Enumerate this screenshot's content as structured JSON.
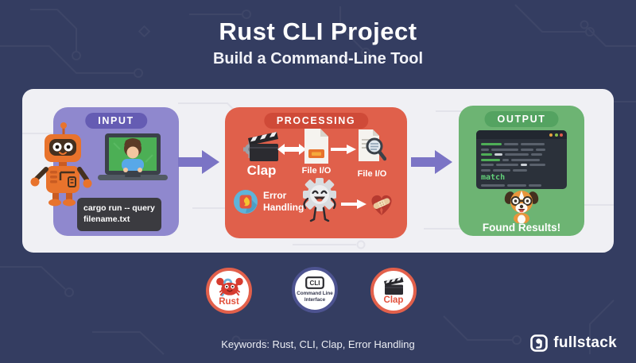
{
  "header": {
    "title": "Rust CLI Project",
    "subtitle": "Build a Command-Line Tool"
  },
  "flow": {
    "input": {
      "label": "INPUT",
      "code": {
        "line1": "cargo run -- query",
        "line2": "filename.txt"
      }
    },
    "processing": {
      "label": "PROCESSING",
      "clap": "Clap",
      "file_io_left": "File I/O",
      "file_io_right": "File I/O",
      "error_line1": "Error",
      "error_line2": "Handling"
    },
    "output": {
      "label": "OUTPUT",
      "terminal_keyword": "match",
      "caption": "Found Results!"
    }
  },
  "badges": [
    {
      "label": "Rust"
    },
    {
      "icon_text": "CLI",
      "line1": "Command Line",
      "line2": "Interface"
    },
    {
      "label": "Clap"
    }
  ],
  "footer": {
    "keywords": "Keywords: Rust, CLI, Clap, Error Handling",
    "brand": "fullstack"
  },
  "colors": {
    "background": "#343d61",
    "panel": "#f0f0f4",
    "input_box": "#8f88ce",
    "processing_box": "#e0604b",
    "output_box": "#6db473",
    "flow_arrow": "#7b74c5",
    "badge_red": "#e2604b",
    "badge_navy": "#4d5390",
    "terminal_green": "#62cf79"
  }
}
